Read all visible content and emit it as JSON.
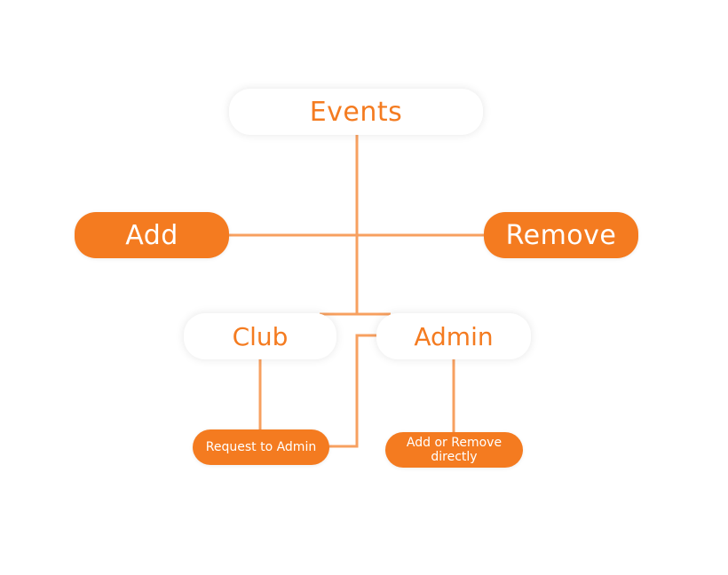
{
  "diagram": {
    "accent_color": "#f47b20",
    "background_color": "#ffffff",
    "nodes": {
      "events": "Events",
      "add": "Add",
      "remove": "Remove",
      "club": "Club",
      "admin": "Admin",
      "request_to_admin": "Request to Admin",
      "add_or_remove_directly": "Add or Remove directly"
    }
  }
}
